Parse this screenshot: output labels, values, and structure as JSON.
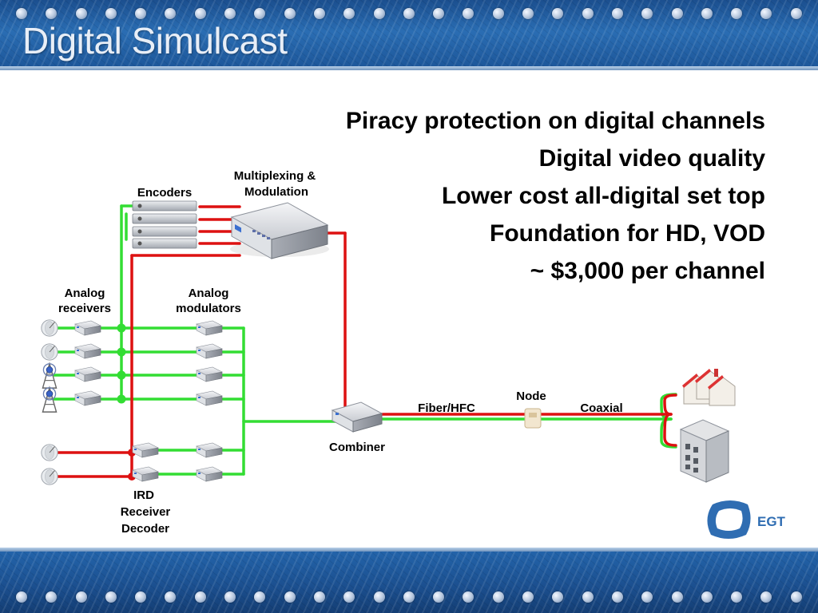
{
  "title": "Digital Simulcast",
  "bullets": [
    "Piracy protection on digital channels",
    "Digital video quality",
    "Lower cost all-digital set top",
    "Foundation for HD, VOD",
    "~ $3,000 per channel"
  ],
  "labels": {
    "encoders": "Encoders",
    "mux_line1": "Multiplexing &",
    "mux_line2": "Modulation",
    "analog_receivers_line1": "Analog",
    "analog_receivers_line2": "receivers",
    "analog_modulators_line1": "Analog",
    "analog_modulators_line2": "modulators",
    "ird_line1": "IRD",
    "ird_line2": "Receiver",
    "ird_line3": "Decoder",
    "combiner": "Combiner",
    "fiber": "Fiber/HFC",
    "node": "Node",
    "coaxial": "Coaxial"
  },
  "logo": {
    "text": "EGT"
  },
  "colors": {
    "analog_path": "#33dd33",
    "digital_path": "#dd1111",
    "header_band": "#1f5a9c",
    "logo": "#2f6db2"
  }
}
